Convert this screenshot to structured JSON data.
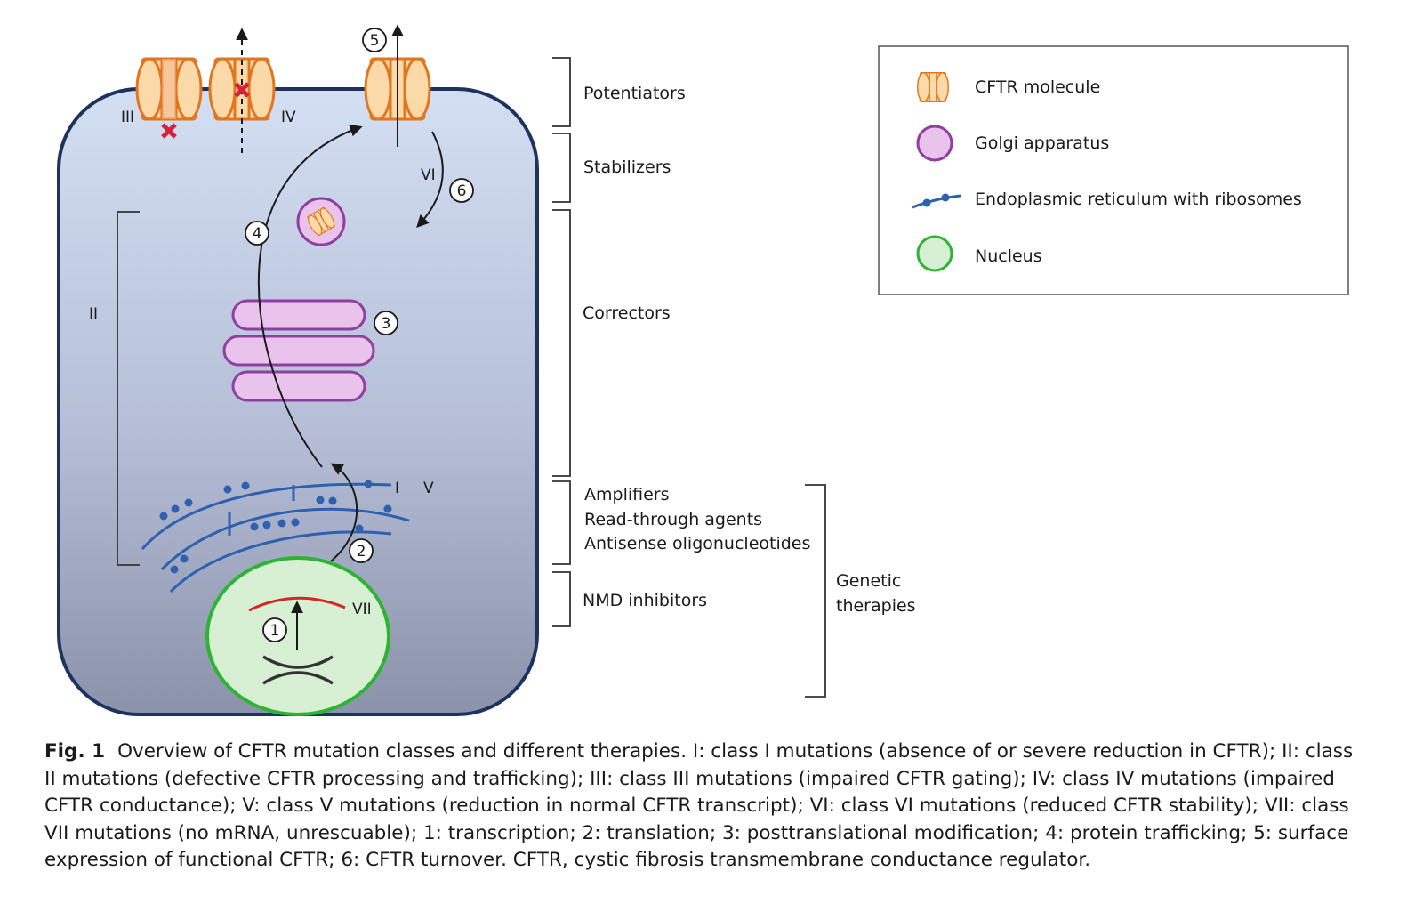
{
  "labels": {
    "class_I": "I",
    "class_II": "II",
    "class_III": "III",
    "class_IV": "IV",
    "class_V": "V",
    "class_VI": "VI",
    "class_VII": "VII",
    "step_1": "1",
    "step_2": "2",
    "step_3": "3",
    "step_4": "4",
    "step_5": "5",
    "step_6": "6"
  },
  "therapies": {
    "potentiators": "Potentiators",
    "stabilizers": "Stabilizers",
    "correctors": "Correctors",
    "amplifiers": "Amplifiers",
    "read_through": "Read-through agents",
    "antisense": "Antisense oligonucleotides",
    "nmd": "NMD inhibitors",
    "genetic_line1": "Genetic",
    "genetic_line2": "therapies"
  },
  "legend": {
    "items": [
      {
        "label": "CFTR molecule",
        "icon": "cftr-molecule-icon"
      },
      {
        "label": "Golgi apparatus",
        "icon": "golgi-apparatus-icon"
      },
      {
        "label": "Endoplasmic reticulum with ribosomes",
        "icon": "er-ribosome-icon"
      },
      {
        "label": "Nucleus",
        "icon": "nucleus-icon"
      }
    ]
  },
  "caption": {
    "fig_label": "Fig. 1",
    "text": "Overview of CFTR mutation classes and different therapies. I: class I mutations (absence of or severe reduction in CFTR); II: class II mutations (defective CFTR processing and trafficking); III: class III mutations (impaired CFTR gating); IV: class IV mutations (impaired CFTR conductance); V: class V mutations (reduction in normal CFTR transcript); VI: class VI mutations (reduced CFTR stability); VII: class VII mutations (no mRNA, unrescuable); 1: transcription; 2: translation; 3: posttranslational modification; 4: protein trafficking; 5: surface expression of functional CFTR; 6: CFTR turnover. CFTR, cystic fibrosis transmembrane conductance regulator."
  },
  "colors": {
    "cftr_fill": "#fbd9a8",
    "cftr_stroke": "#e2761f",
    "golgi_fill": "#e9c3ec",
    "golgi_stroke": "#8e3fa0",
    "er": "#2d61b0",
    "nucleus_fill": "#d7efd3",
    "nucleus_stroke": "#2fb335",
    "cell_stroke": "#1e3260",
    "mutation_x": "#d8203a",
    "vii_mrna": "#d32626"
  }
}
